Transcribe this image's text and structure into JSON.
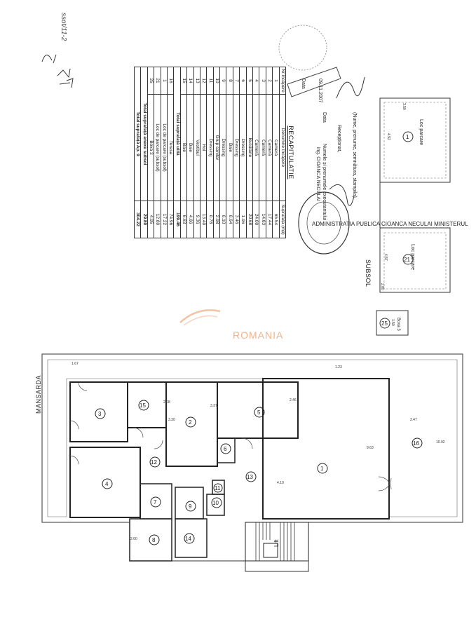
{
  "margin_note": "ssot/11-2",
  "recap": {
    "title": "RECAPITULATIE",
    "headers": [
      "Nr.încăpere",
      "Denumire încăpere",
      "Suprafața (mp)"
    ],
    "rows": [
      [
        "1",
        "Cameră",
        "65.54"
      ],
      [
        "2",
        "Cameră",
        "17.44"
      ],
      [
        "3",
        "Cameră",
        "14.83"
      ],
      [
        "4",
        "Cameră",
        "24.00"
      ],
      [
        "5",
        "Bucătărie",
        "20.68"
      ],
      [
        "6",
        "Dressing",
        "1.96"
      ],
      [
        "7",
        "Dressing",
        "3.46"
      ],
      [
        "8",
        "Baie",
        "6.64"
      ],
      [
        "9",
        "Dressing",
        "6.10"
      ],
      [
        "10",
        "Grup sanitar",
        "2.98"
      ],
      [
        "11",
        "Dressing",
        "0.78"
      ],
      [
        "12",
        "Hol",
        "13.40"
      ],
      [
        "13",
        "Vestibul",
        "9.36"
      ],
      [
        "14",
        "Baie",
        "4.66"
      ],
      [
        "15",
        "Baie",
        "6.63"
      ]
    ],
    "total_util_label": "Total suprafață utilă",
    "total_util_value": "199.46",
    "annex_rows": [
      [
        "16",
        "Terasa",
        "74.96"
      ],
      [
        "1",
        "Loc de parcare (subsol)",
        "17.22"
      ],
      [
        "21",
        "Loc de parcare (subsol)",
        "12.80"
      ],
      [
        "25",
        "Boxa 3",
        "4.05"
      ]
    ],
    "total_annex_label": "Total suprafață anexe subsol",
    "total_annex_value": "29.80",
    "total_apt_label": "Total suprafață Ap. 9",
    "total_apt_value": "304.22"
  },
  "signature_block": {
    "executant_label": "Numele și prenumele executantului",
    "executant_name": "ing. CIOANCA NECULAI",
    "date_label": "Data",
    "receptionat_label": "Recepționat,",
    "signature_hint": "(Nume, prenume, semnătura, stampila)",
    "data2_label": "Data",
    "date_value": "09.11.2007",
    "stamp_text": "ADMINISTRATIA PUBLICA CIOANCA NECULAI MINISTERUL"
  },
  "subsol": {
    "label": "SUBSOL",
    "spaces": [
      {
        "num": "1",
        "label": "Loc parcare",
        "dims": [
          "3.50",
          "4.92"
        ]
      },
      {
        "num": "21",
        "label": "Loc parcare",
        "dims": [
          "4.57",
          "2.80"
        ]
      }
    ],
    "box": {
      "num": "25",
      "label": "Boxa 3",
      "dim": "1.50"
    }
  },
  "watermark": "ROMANIA",
  "mansarda": {
    "label": "MANSARDA",
    "rooms": [
      "1",
      "2",
      "3",
      "4",
      "5",
      "6",
      "7",
      "8",
      "9",
      "10",
      "11",
      "12",
      "13",
      "14",
      "15",
      "16"
    ],
    "lift_label": "Lift",
    "dims": [
      "10.92",
      "9.63",
      "2.47",
      "1.67",
      "1.23",
      "3.30",
      "3.37",
      "2.46",
      "2.08",
      "4.10",
      "2.00"
    ]
  }
}
